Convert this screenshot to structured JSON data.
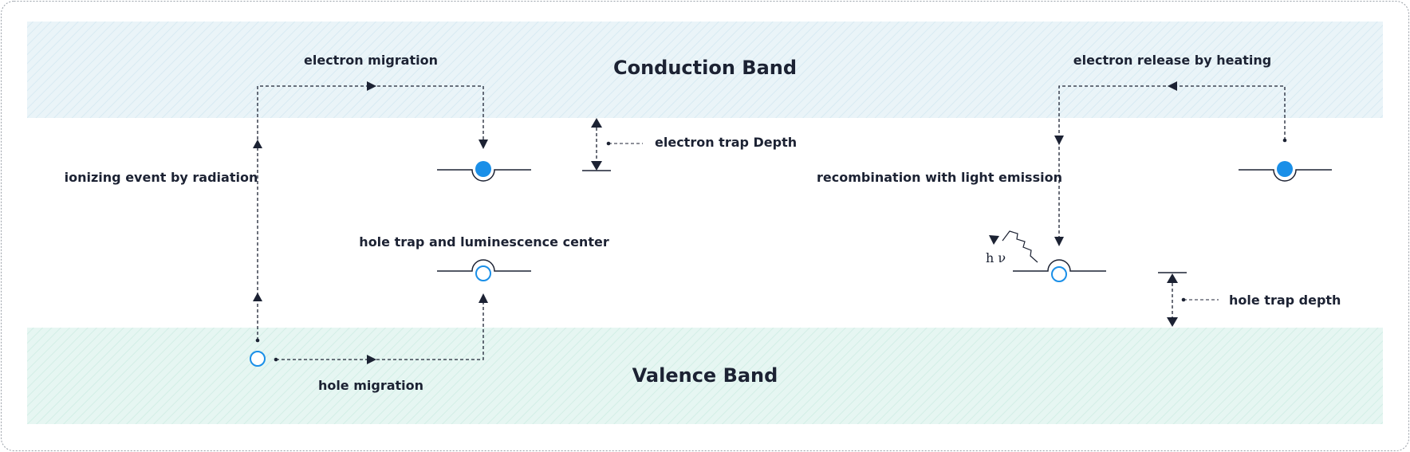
{
  "diagram": {
    "conduction_band": "Conduction Band",
    "valence_band": "Valence Band",
    "labels": {
      "electron_migration": "electron migration",
      "ionizing_event": "ionizing event by radiation",
      "electron_trap_depth": "electron trap Depth",
      "hole_trap_center": "hole trap and luminescence center",
      "hole_migration": "hole migration",
      "electron_release": "electron release by heating",
      "recombination": "recombination with light emission",
      "hole_trap_depth": "hole trap depth",
      "photon": "h ν"
    },
    "colors": {
      "conduction_fill": "#e8f4f8",
      "valence_fill": "#e5f5f1",
      "electron": "#1a8fe8",
      "hole_stroke": "#1a8fe8",
      "line": "#1c2233"
    }
  }
}
